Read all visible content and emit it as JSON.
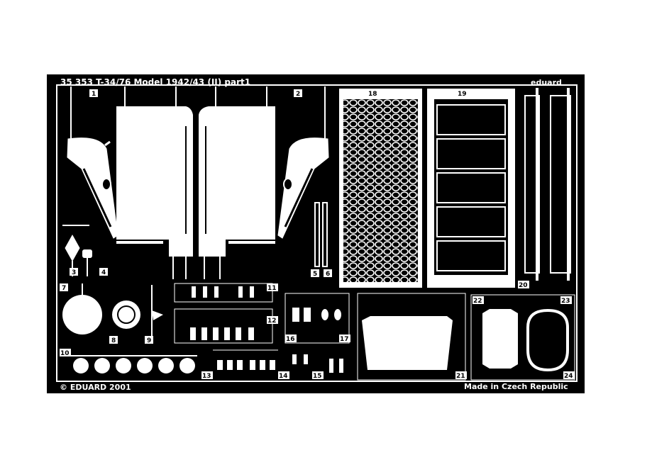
{
  "fret": {
    "header_text": "35 353 T-34/76 Model 1942/43 (II) part1",
    "brand_top": "eduard",
    "copyright": "© EDUARD 2001",
    "made_in": "Made in Czech Republic"
  },
  "part_numbers": [
    "1",
    "2",
    "3",
    "4",
    "5",
    "6",
    "7",
    "8",
    "9",
    "10",
    "11",
    "12",
    "13",
    "14",
    "15",
    "16",
    "17",
    "18",
    "19",
    "20",
    "21",
    "22",
    "23",
    "24"
  ],
  "colors": {
    "background": "#ffffff",
    "fret": "#000000",
    "metal": "#ffffff"
  }
}
